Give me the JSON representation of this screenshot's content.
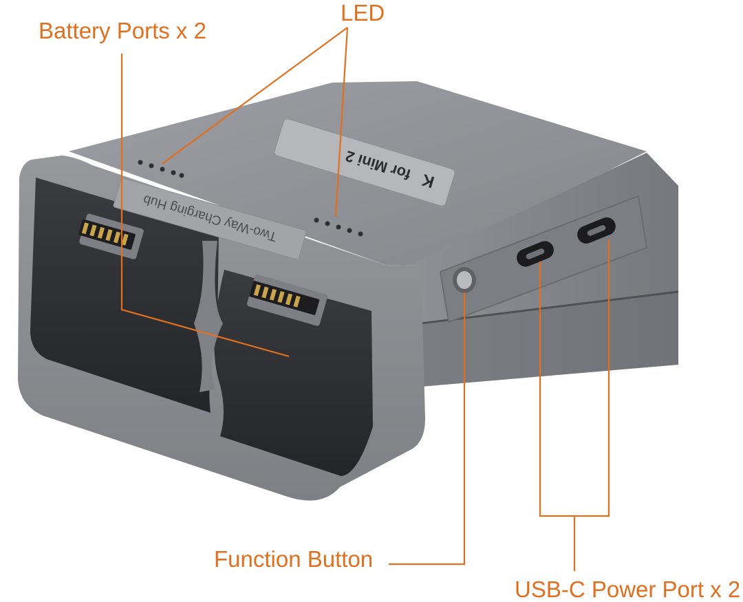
{
  "callouts": {
    "battery_ports": "Battery Ports x 2",
    "led": "LED",
    "function_button": "Function Button",
    "usbc_ports": "USB-C Power Port x 2"
  },
  "device": {
    "hub_label": "Two-Way Charging Hub",
    "badge_label": "for Mini 2",
    "badge_logo": "K"
  },
  "colors": {
    "accent": "#e0701f",
    "body_top": "#8f9196",
    "body_front": "#8a8c90",
    "cavity": "#2f3033"
  }
}
